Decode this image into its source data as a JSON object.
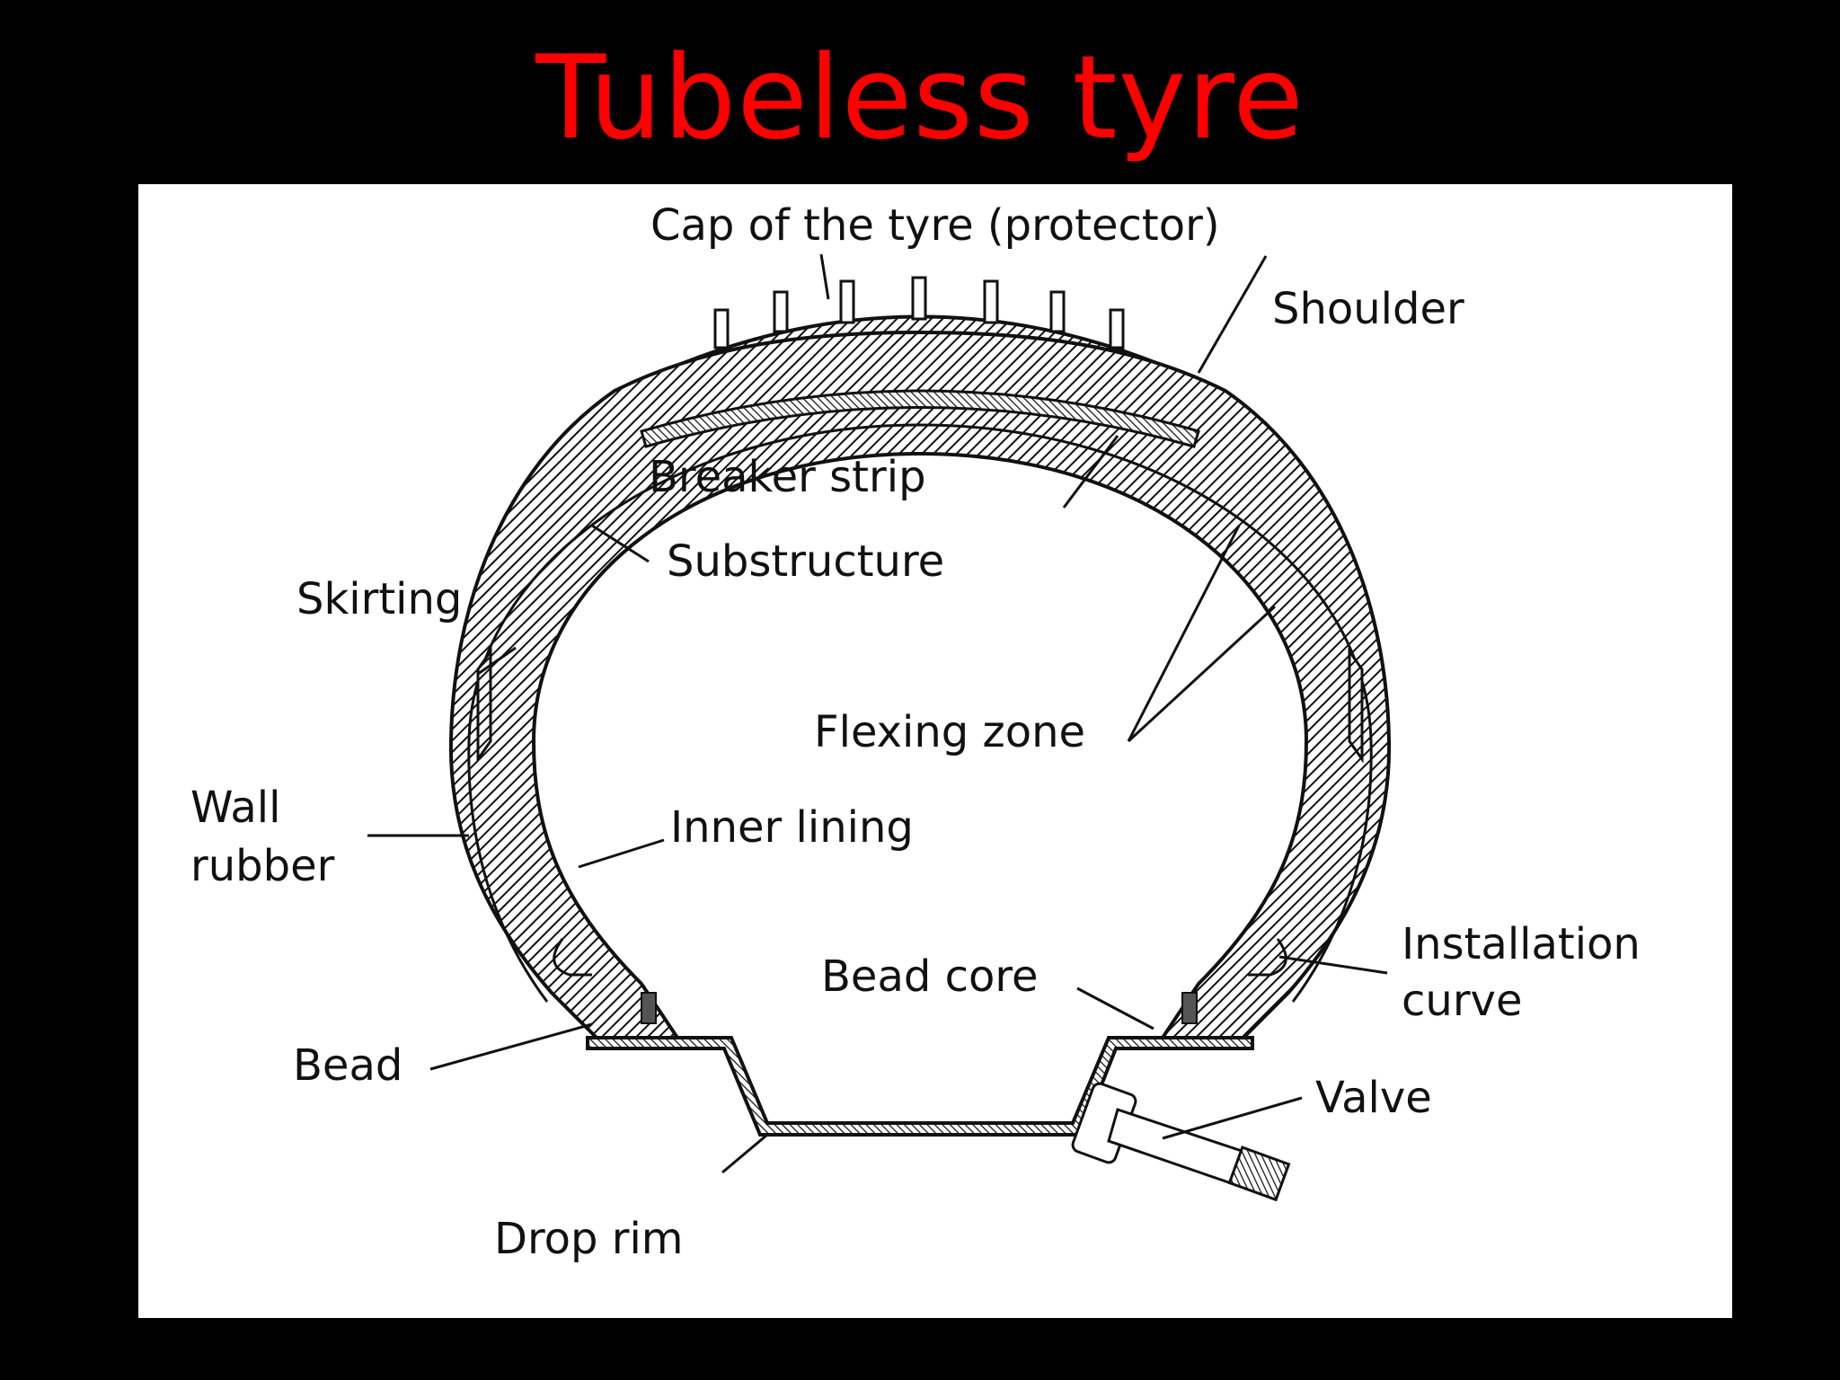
{
  "slide": {
    "title": "Tubeless tyre",
    "title_color": "#ff0000",
    "background": "#000000"
  },
  "diagram": {
    "labels": {
      "cap": "Cap of the tyre (protector)",
      "shoulder": "Shoulder",
      "breaker_strip": "Breaker strip",
      "substructure": "Substructure",
      "skirting": "Skirting",
      "flexing_zone": "Flexing zone",
      "wall_rubber_line1": "Wall",
      "wall_rubber_line2": "rubber",
      "inner_lining": "Inner lining",
      "installation_curve_line1": "Installation",
      "installation_curve_line2": "curve",
      "bead_core": "Bead core",
      "bead": "Bead",
      "valve": "Valve",
      "drop_rim": "Drop rim"
    }
  }
}
